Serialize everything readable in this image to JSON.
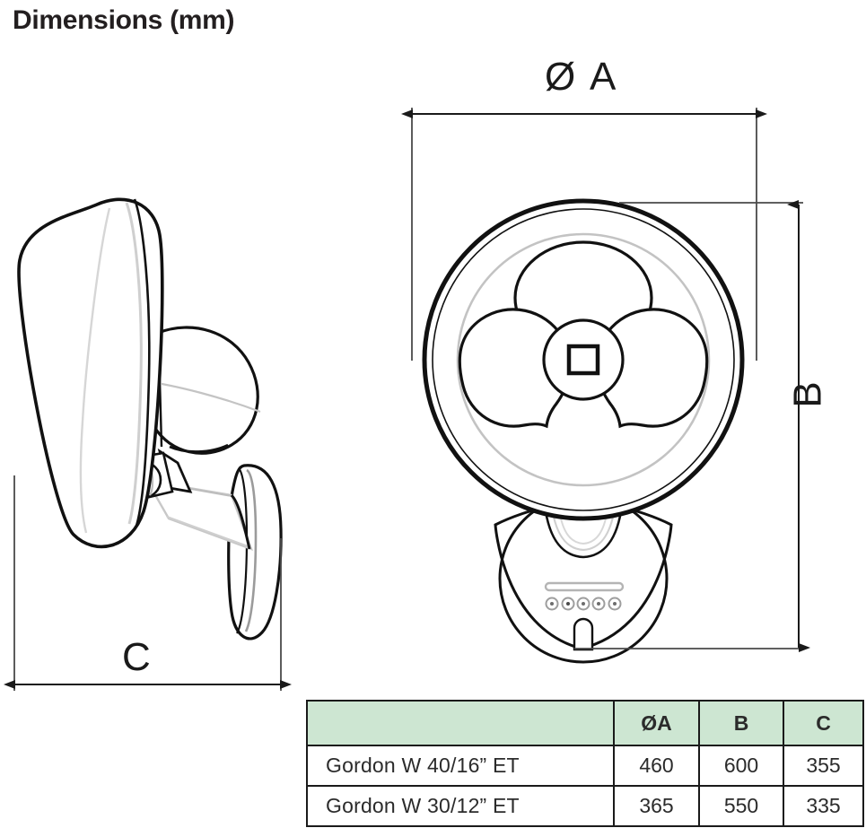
{
  "page": {
    "title": "Dimensions (mm)"
  },
  "drawing": {
    "views": {
      "side_view_name": "side-elevation-view",
      "front_view_name": "front-elevation-view"
    },
    "dimension_labels": {
      "diameter_a": "Ø A",
      "b": "B",
      "c": "C"
    },
    "icons": {
      "fan_blades": "fan-blade-icon",
      "hub_square": "hub-square-icon",
      "control_panel": "control-panel-icon",
      "control_buttons": "control-button-icon",
      "stand_base": "stand-base-icon",
      "grille_ring": "grille-ring-icon",
      "pivot_joint": "pivot-joint-icon"
    },
    "stroke_colors": {
      "outline": "#111111",
      "light_outline": "#b8b8b8",
      "dimension_line": "#4a4a4a"
    }
  },
  "table": {
    "headers": [
      "",
      "ØA",
      "B",
      "C"
    ],
    "rows": [
      {
        "model": "Gordon W 40/16” ET",
        "a": "460",
        "b": "600",
        "c": "355"
      },
      {
        "model": "Gordon W 30/12” ET",
        "a": "365",
        "b": "550",
        "c": "335"
      }
    ],
    "header_background": "#cde6d2"
  }
}
